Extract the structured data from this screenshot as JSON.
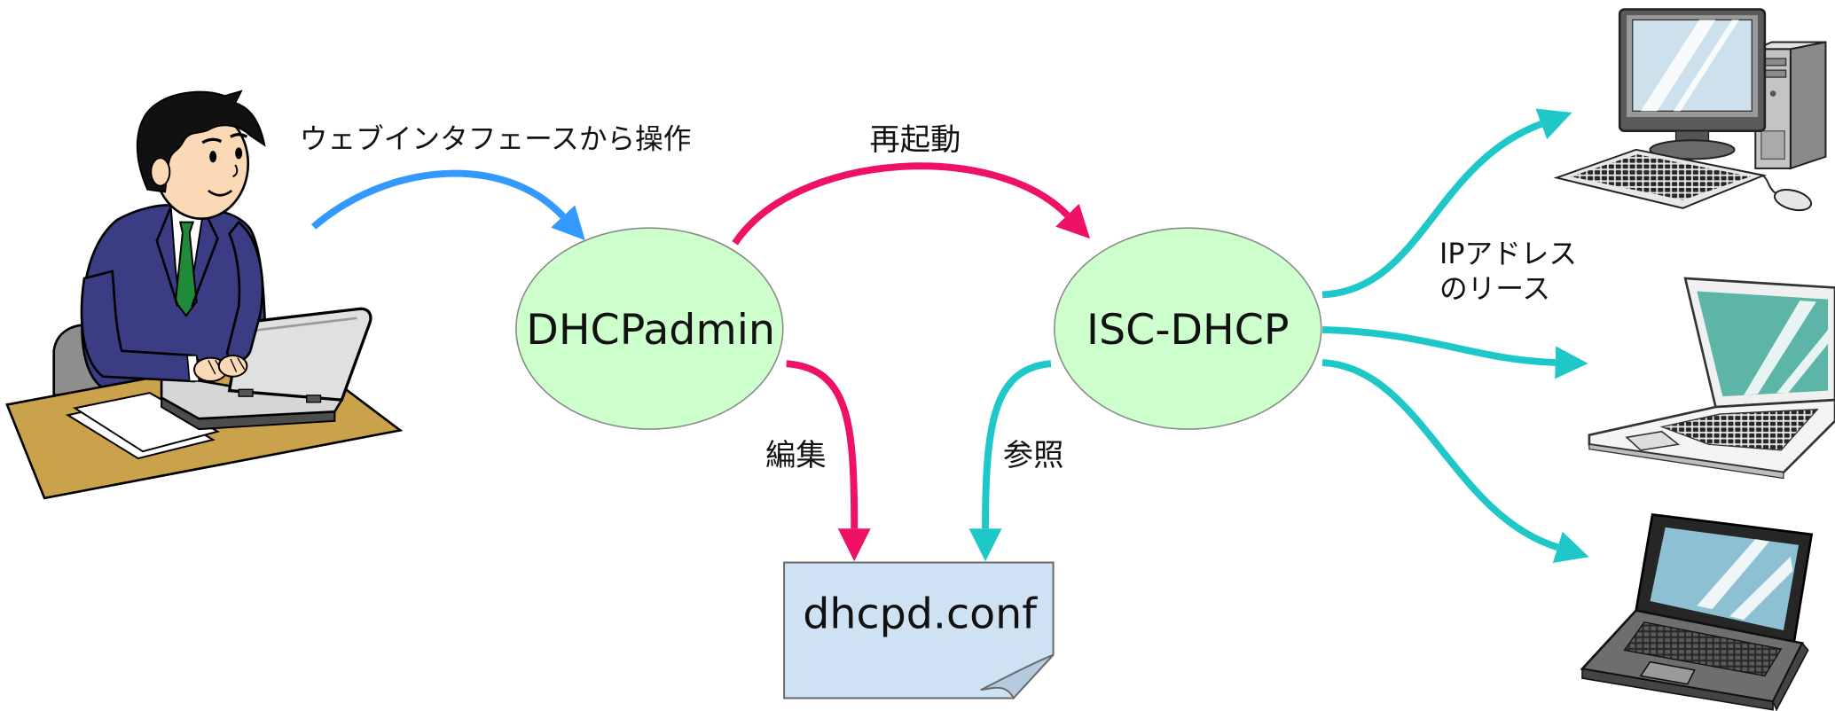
{
  "diagram": {
    "operator": {
      "icon": "person-at-laptop-icon"
    },
    "nodes": {
      "dhcpadmin": {
        "label": "DHCPadmin",
        "fill": "#ccffcc",
        "stroke": "#8a8a8a"
      },
      "isc_dhcp": {
        "label": "ISC-DHCP",
        "fill": "#ccffcc",
        "stroke": "#8a8a8a"
      },
      "config_file": {
        "label": "dhcpd.conf",
        "fill": "#cfe2f3",
        "stroke": "#6a6a6a"
      }
    },
    "edges": {
      "web_operation": {
        "label": "ウェブインタフェースから操作",
        "color": "#3399ff"
      },
      "restart": {
        "label": "再起動",
        "color": "#ee1166"
      },
      "edit": {
        "label": "編集",
        "color": "#ee1166"
      },
      "reference": {
        "label": "参照",
        "color": "#1ec8c8"
      },
      "ip_lease": {
        "label_lines": [
          "IPアドレス",
          "のリース"
        ],
        "color": "#1ec8c8"
      }
    },
    "clients": [
      {
        "icon": "desktop-pc-icon"
      },
      {
        "icon": "laptop-icon"
      },
      {
        "icon": "netbook-icon"
      }
    ]
  }
}
